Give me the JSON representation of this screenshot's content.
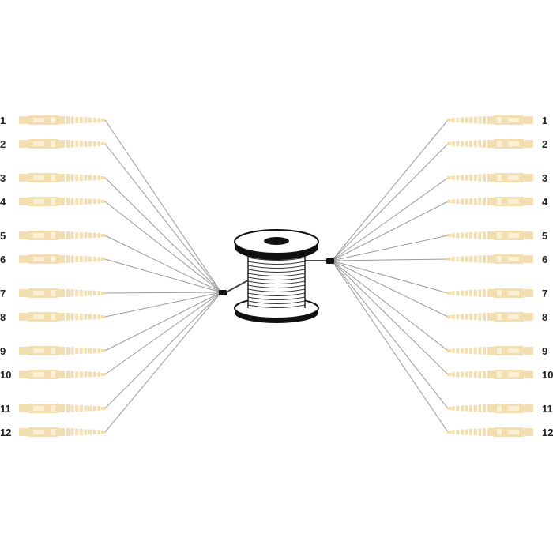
{
  "colors": {
    "connector": "#f2deb0",
    "connector_light": "#fbf0d4",
    "fiber": "#9a9a9a",
    "spool": "#111111",
    "label": "#222222"
  },
  "left_ports": [
    "1",
    "2",
    "3",
    "4",
    "5",
    "6",
    "7",
    "8",
    "9",
    "10",
    "11",
    "12"
  ],
  "right_ports": [
    "1",
    "2",
    "3",
    "4",
    "5",
    "6",
    "7",
    "8",
    "9",
    "10",
    "11",
    "12"
  ],
  "icons": {
    "spool": "cable-spool-icon",
    "connector": "sc-connector-icon"
  }
}
